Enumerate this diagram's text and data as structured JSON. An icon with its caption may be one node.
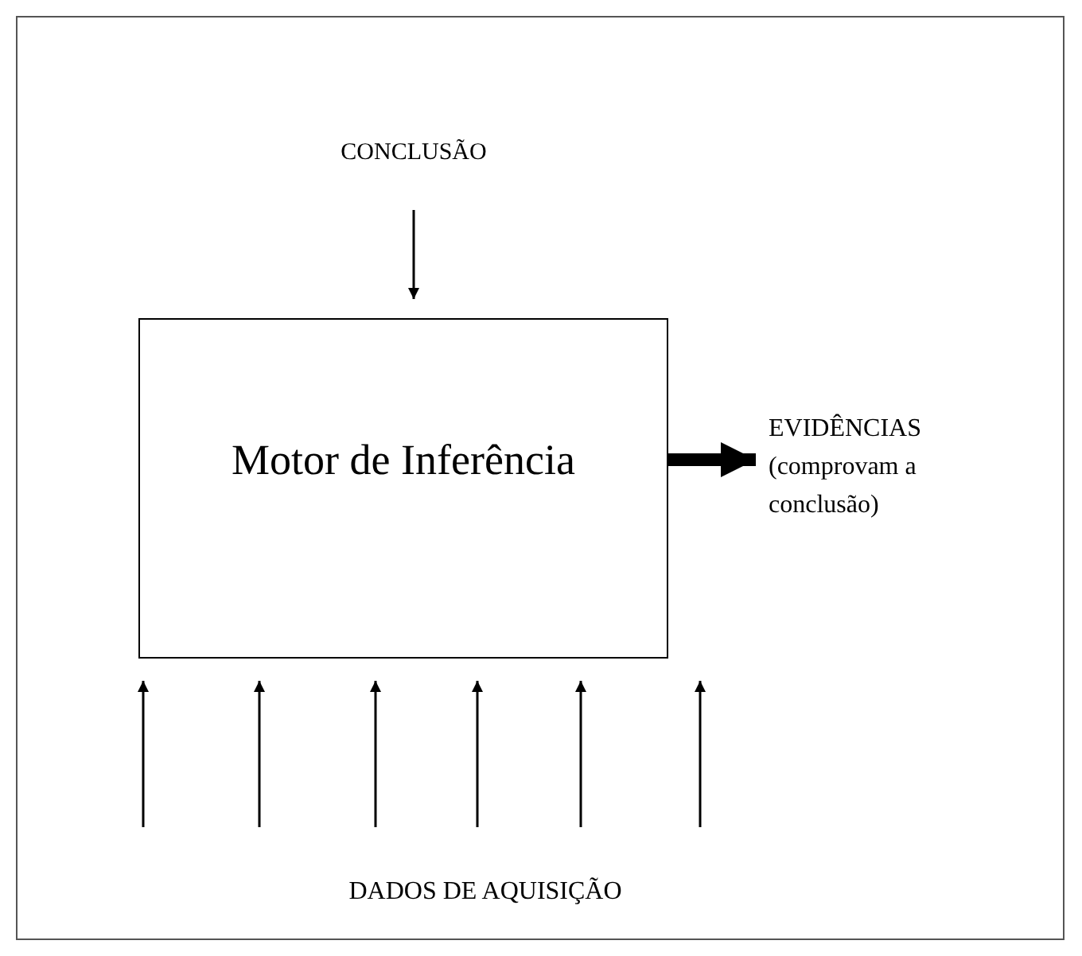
{
  "diagram": {
    "nodes": [
      {
        "text": [
          "CONCLUSÃO"
        ]
      },
      {
        "text": [
          "Motor de Inferência"
        ]
      },
      {
        "text": [
          "EVIDÊNCIAS (comprovam a conclusão)"
        ]
      },
      {
        "text": [
          "DADOS DE AQUISIÇÃO"
        ]
      }
    ],
    "edges": [
      {
        "from": 0,
        "to": 1,
        "arrow": "to"
      },
      {
        "from": 1,
        "to": 2,
        "arrow": "to",
        "style": "thick"
      },
      {
        "from": null,
        "to": 1,
        "arrow": "to"
      },
      {
        "from": null,
        "to": 1,
        "arrow": "to"
      },
      {
        "from": null,
        "to": 1,
        "arrow": "to"
      },
      {
        "from": null,
        "to": 1,
        "arrow": "to"
      },
      {
        "from": null,
        "to": 1,
        "arrow": "to"
      },
      {
        "from": null,
        "to": 1,
        "arrow": "to"
      }
    ]
  }
}
